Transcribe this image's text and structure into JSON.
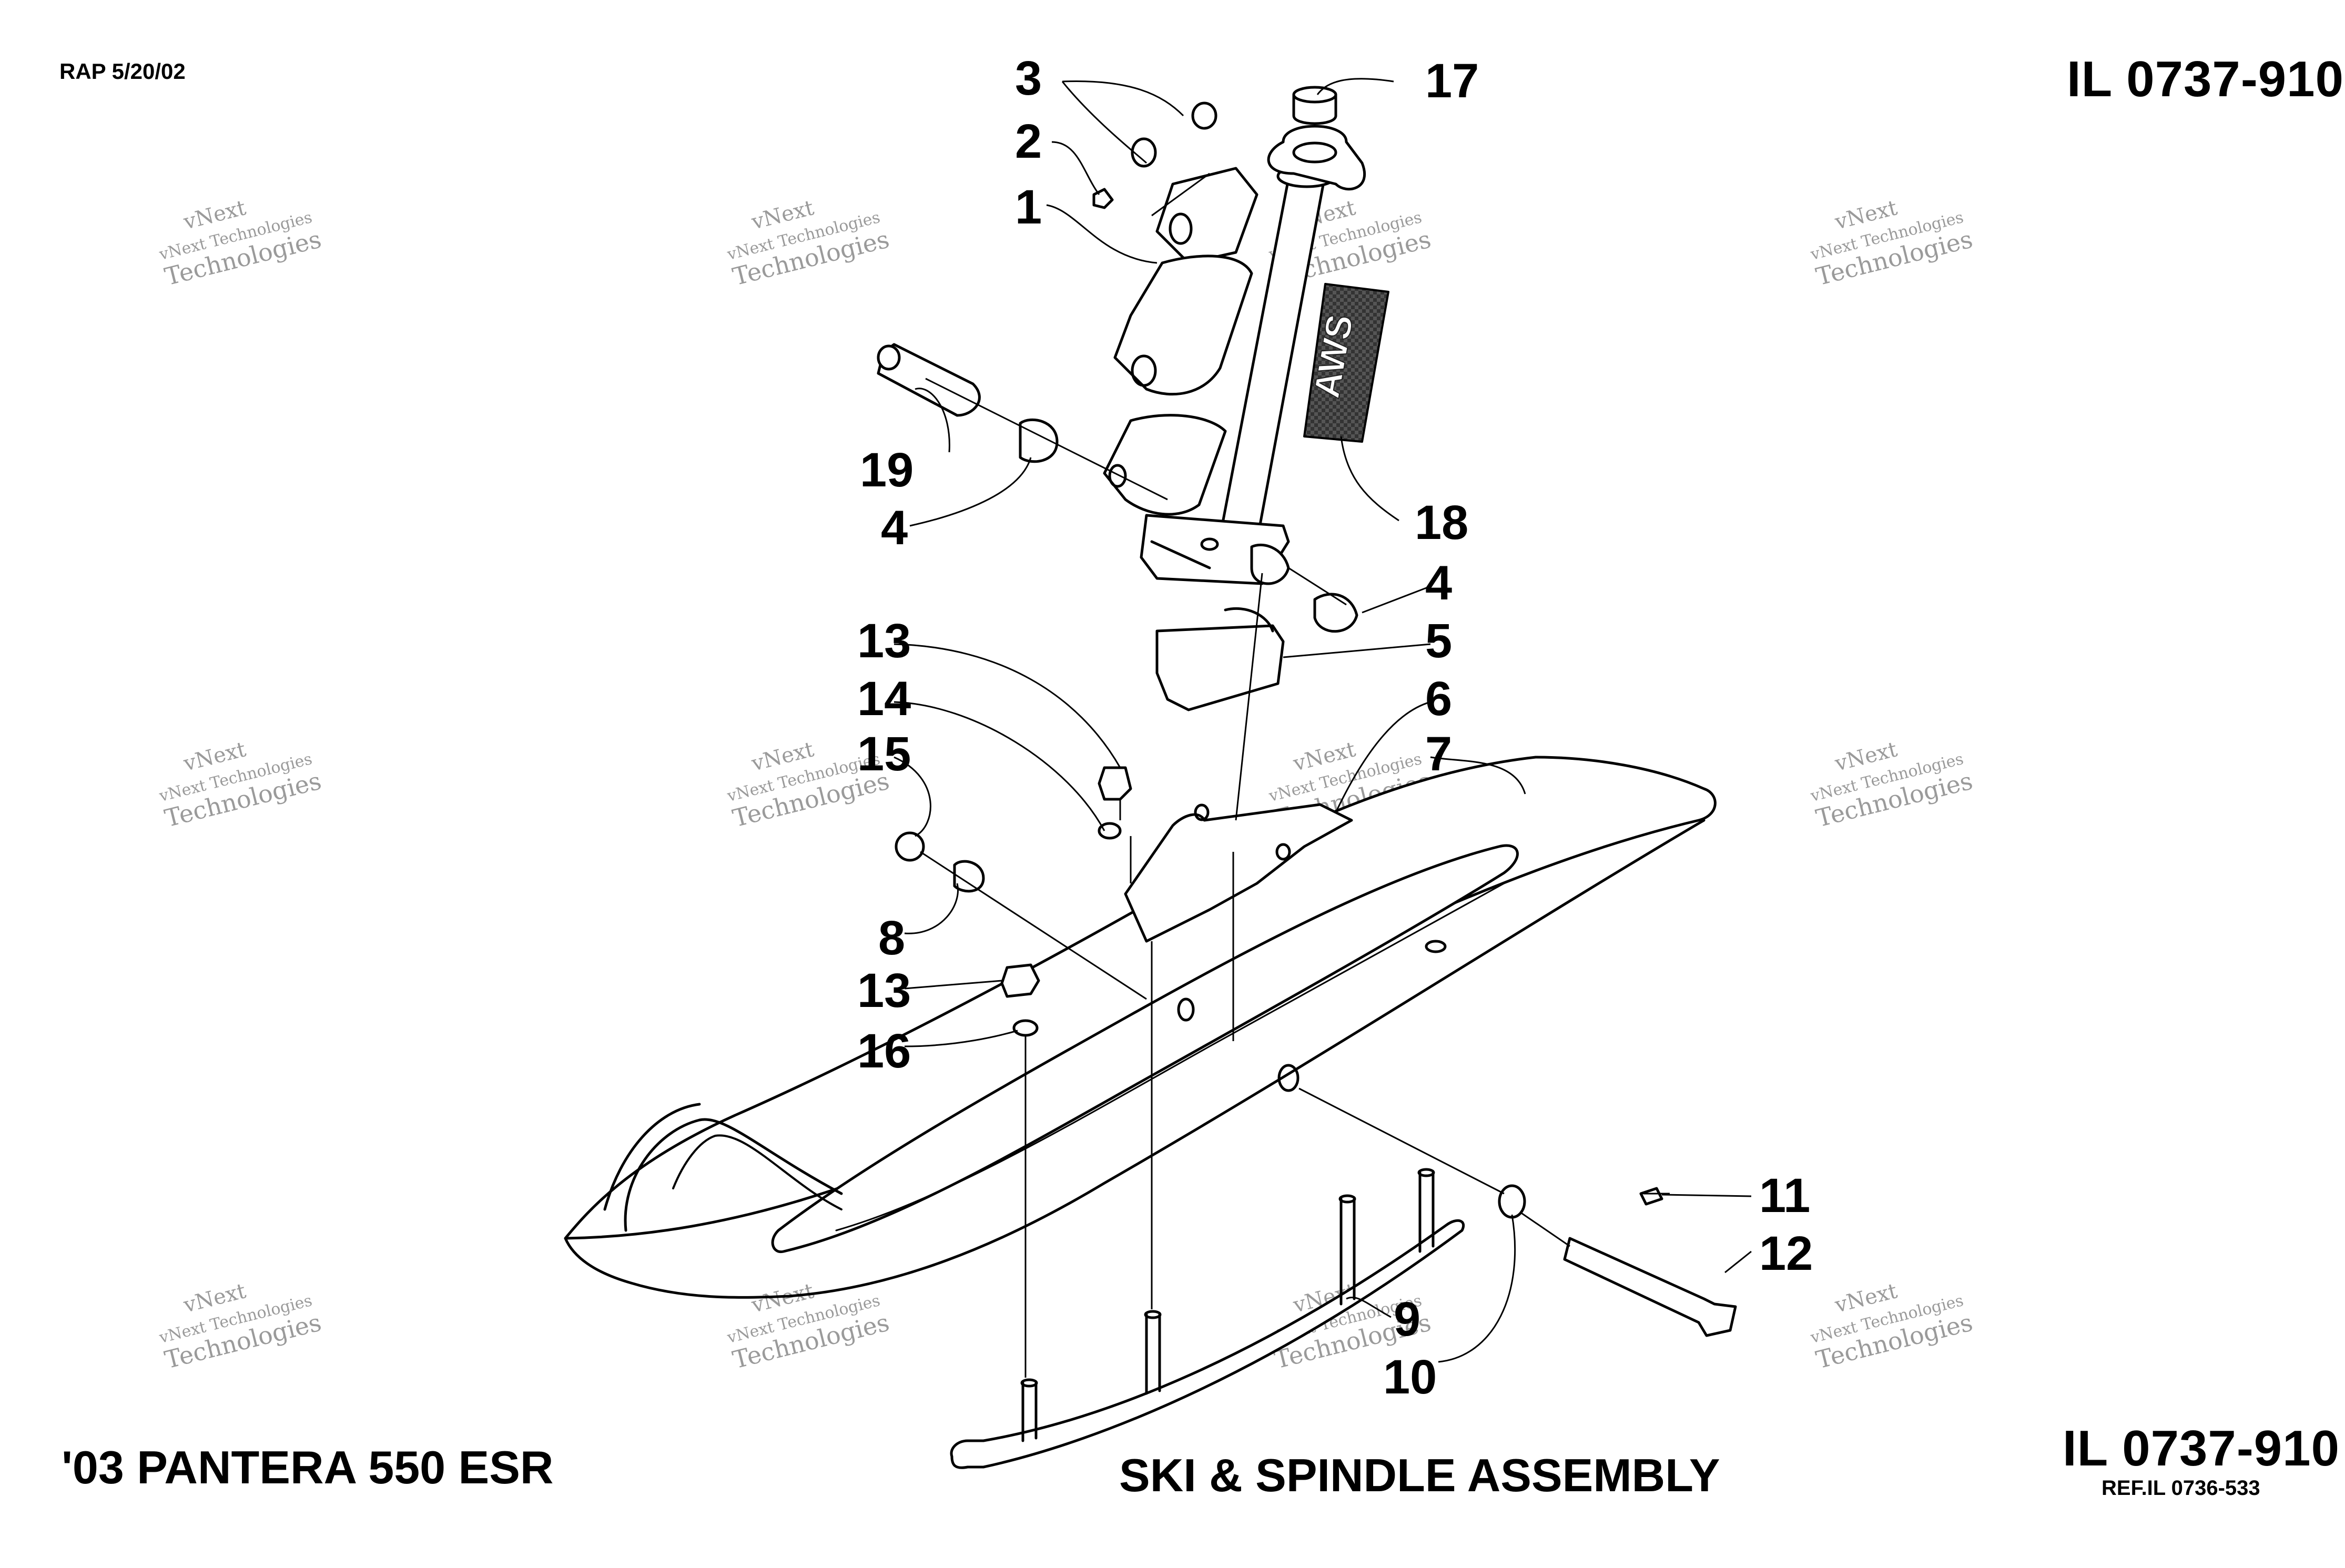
{
  "header": {
    "stamp": "RAP 5/20/02",
    "illustration_number": "IL 0737-910"
  },
  "footer": {
    "model": "'03 PANTERA 550 ESR",
    "title": "SKI & SPINDLE ASSEMBLY",
    "illustration_number": "IL 0737-910",
    "reference": "REF.IL 0736-533"
  },
  "decal_text": "AWS",
  "watermark": {
    "line1": "vNext",
    "line2": "vNext Technologies",
    "line3": "Technologies"
  },
  "callouts": {
    "c1": "1",
    "c2": "2",
    "c3": "3",
    "c4a": "4",
    "c4b": "4",
    "c5": "5",
    "c6": "6",
    "c7": "7",
    "c8": "8",
    "c9": "9",
    "c10": "10",
    "c11": "11",
    "c12": "12",
    "c13a": "13",
    "c13b": "13",
    "c14": "14",
    "c15": "15",
    "c16": "16",
    "c17": "17",
    "c18": "18",
    "c19": "19"
  }
}
